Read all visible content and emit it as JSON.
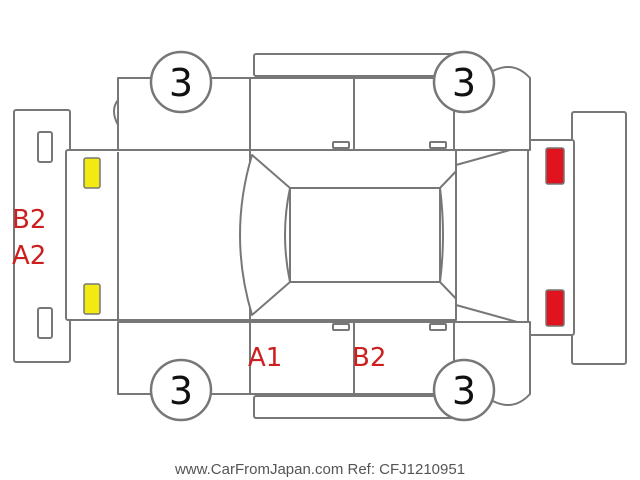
{
  "wheels": {
    "front_left": "3",
    "front_right": "3",
    "rear_left": "3",
    "rear_right": "3"
  },
  "marks": {
    "front_bumper_line1": "B2",
    "front_bumper_line2": "A2",
    "front_left_door": "A1",
    "rear_left_door": "B2"
  },
  "lamps": {
    "front_color": "#f2ea10",
    "rear_color": "#e0141e"
  },
  "colors": {
    "outline": "#777777",
    "marking_text": "#cc1f1f"
  },
  "footer": {
    "text": "www.CarFromJapan.com Ref: CFJ1210951"
  }
}
